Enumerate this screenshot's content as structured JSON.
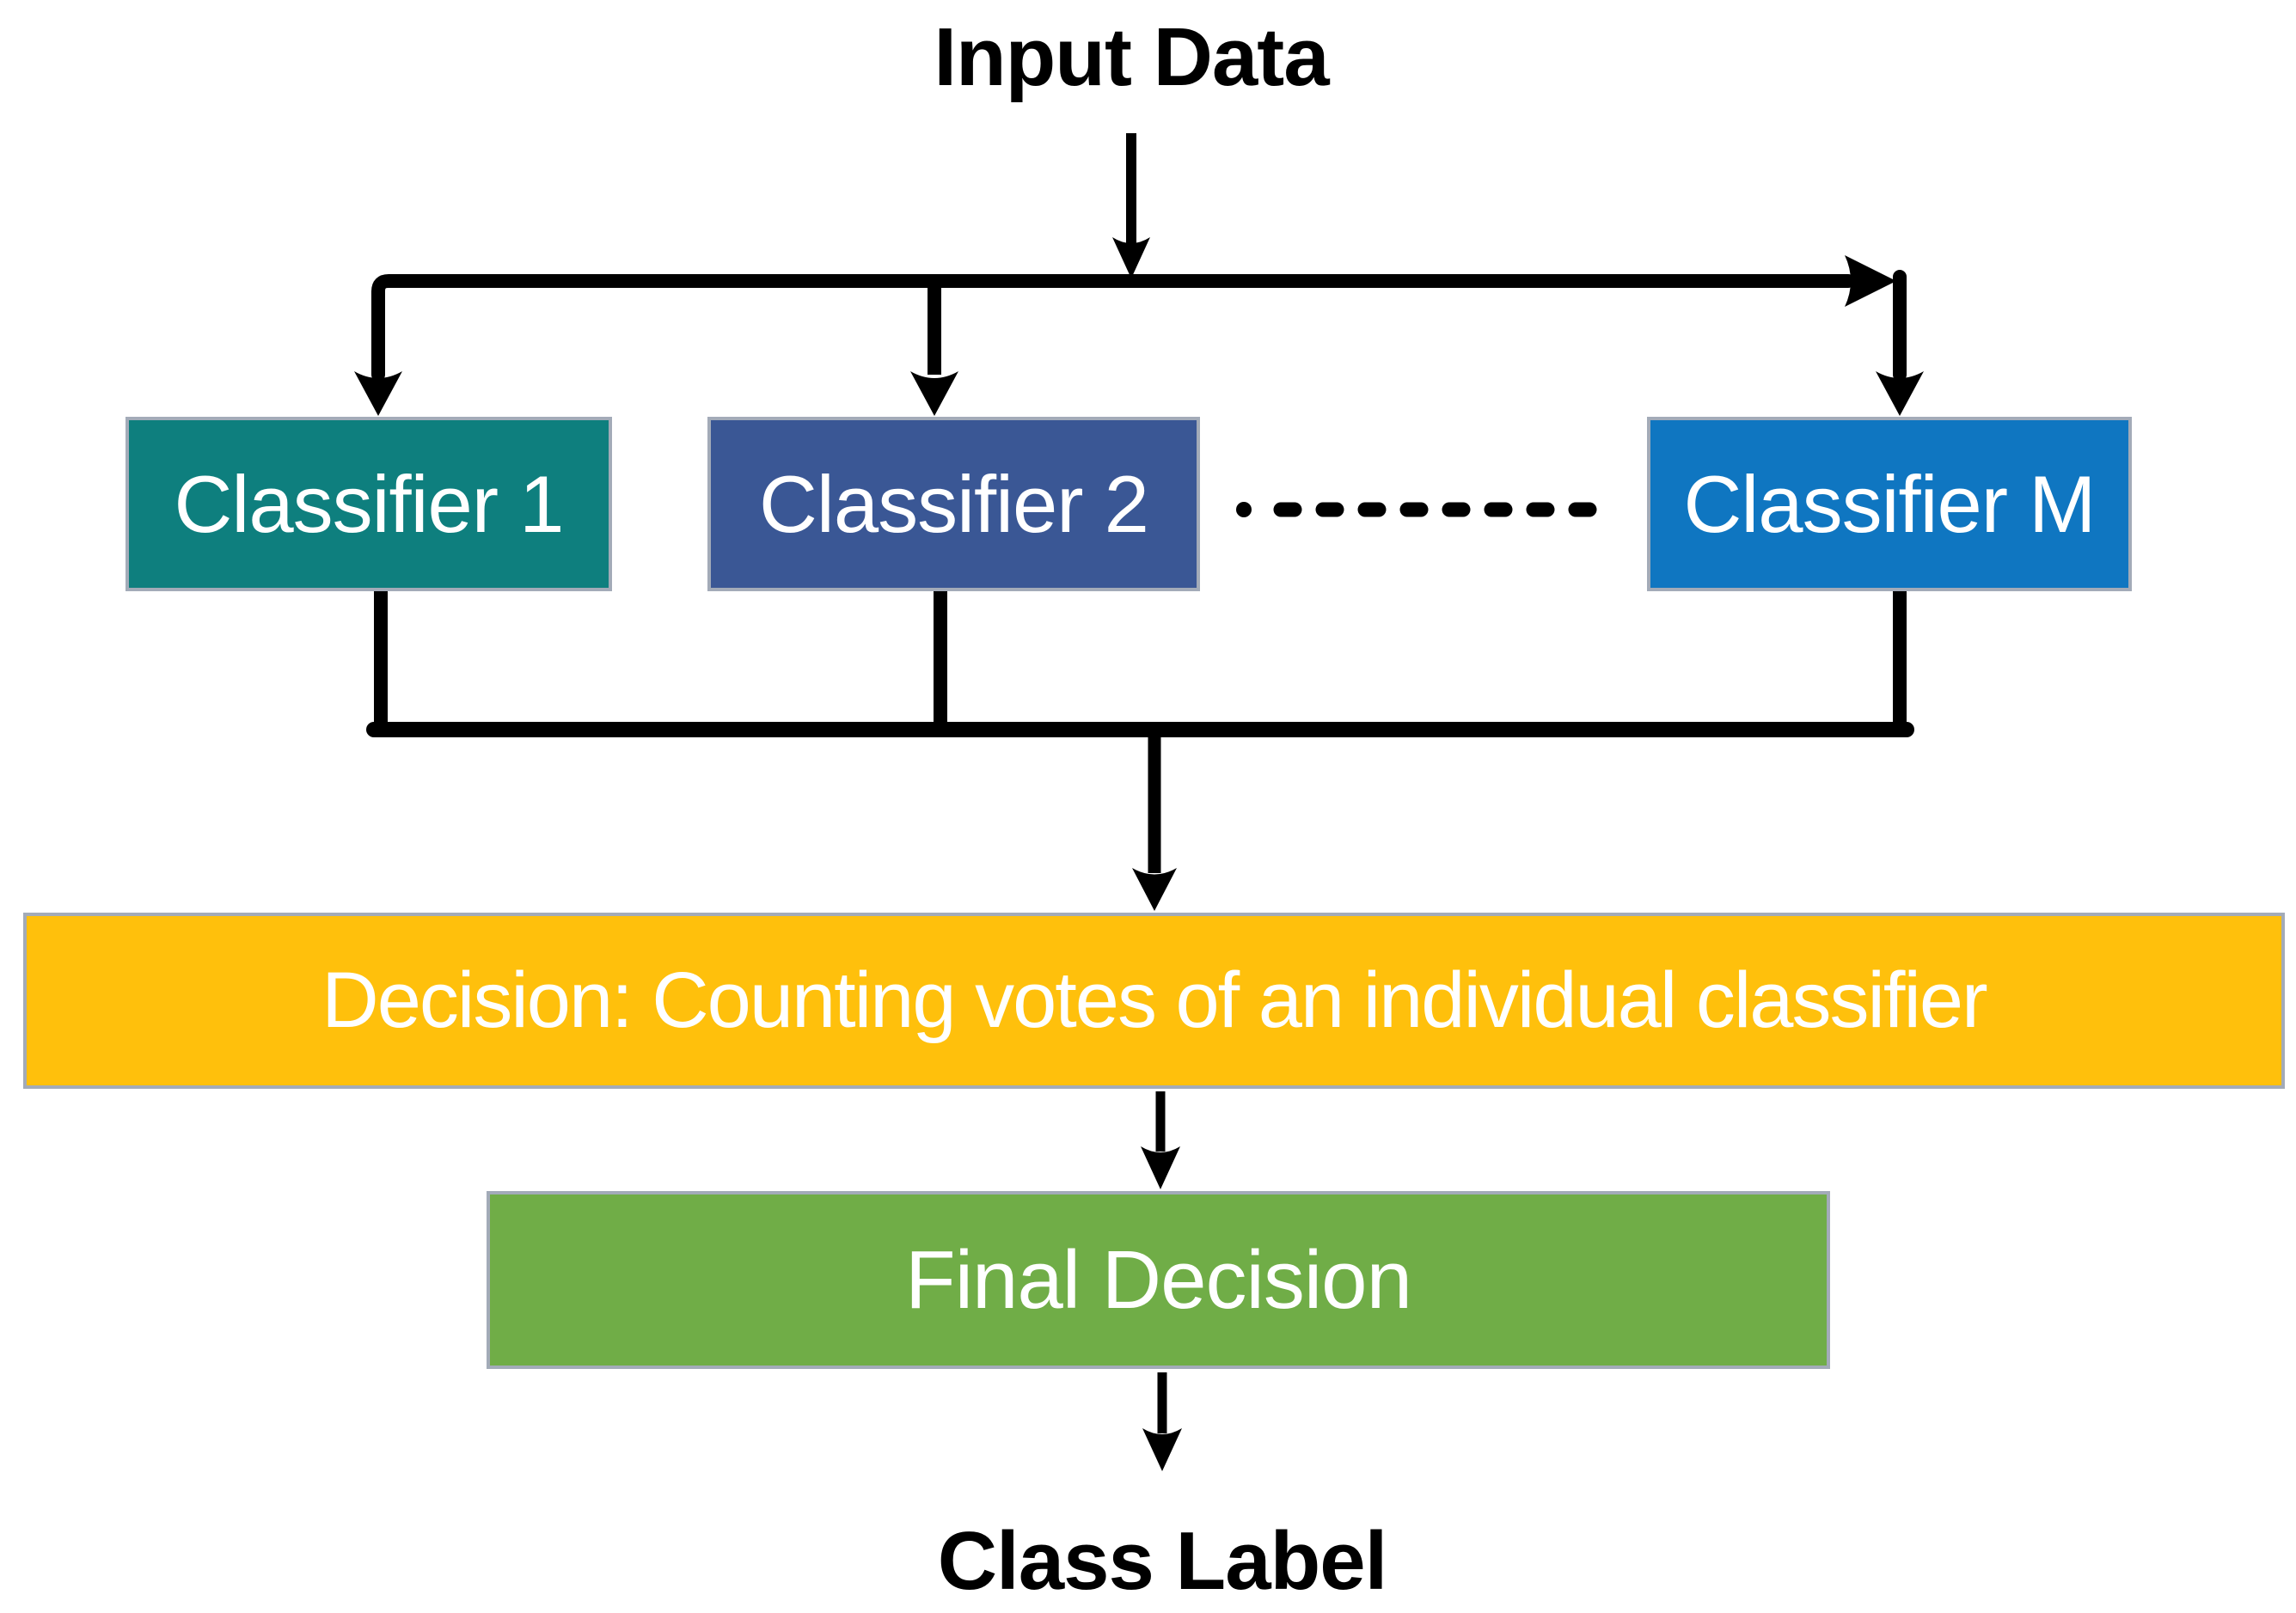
{
  "diagram": {
    "title": "Input Data",
    "classifiers": [
      {
        "label": "Classifier 1",
        "color": "#0E7F7E"
      },
      {
        "label": "Classifier 2",
        "color": "#3A5795"
      },
      {
        "label": "Classifier M",
        "color": "#0F76C1"
      }
    ],
    "decision_bar": {
      "label": "Decision: Counting votes of an individual classifier",
      "color": "#FFC00C",
      "text_color": "#FFFFFF"
    },
    "final_box": {
      "label": "Final Decision",
      "color": "#70AD47",
      "text_color": "#FFFFFF"
    },
    "output_label": "Class Label",
    "connector_color": "#000000",
    "box_border_color": "#A3ABB8"
  }
}
